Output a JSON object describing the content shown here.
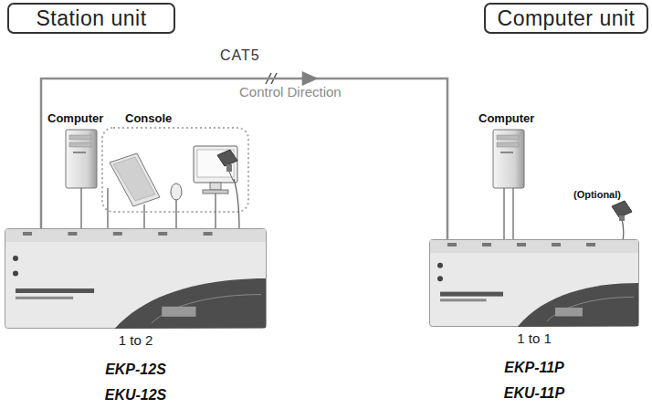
{
  "diagram": {
    "nodes": [
      {
        "text": [
          "Station unit"
        ]
      },
      {
        "text": [
          "Computer unit"
        ]
      },
      {
        "text": [
          "1 to 2",
          "EKP-12S",
          "EKU-12S"
        ]
      },
      {
        "text": [
          "1 to 1",
          "EKP-11P",
          "EKU-11P"
        ]
      }
    ],
    "edges": [
      {
        "from": 2,
        "to": 3,
        "label": "CAT5",
        "arrow": "to"
      }
    ],
    "labels": [
      "Computer",
      "Console",
      "Control Direction",
      "Computer",
      "(Optional)"
    ]
  }
}
